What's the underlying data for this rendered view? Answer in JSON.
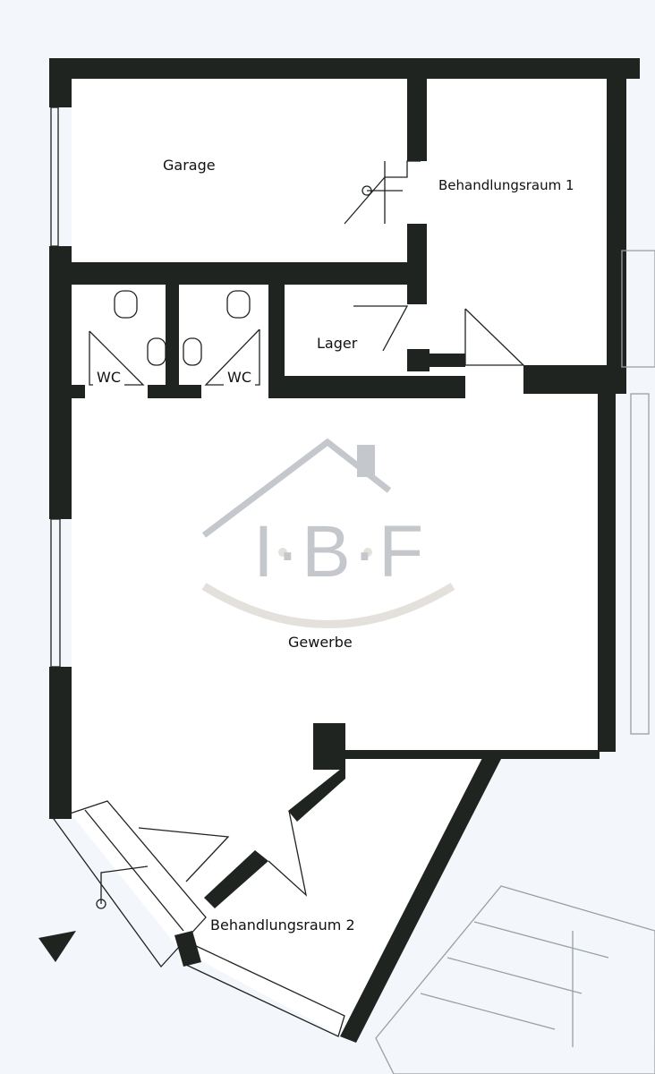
{
  "plan": {
    "rooms": {
      "garage": "Garage",
      "behandlungsraum1": "Behandlungsraum 1",
      "wc1": "WC",
      "wc2": "WC",
      "lager": "Lager",
      "gewerbe": "Gewerbe",
      "behandlungsraum2": "Behandlungsraum 2"
    },
    "logo_text": "I·B·F",
    "colors": {
      "wall": "#1f2421",
      "logo": "#c4c8cc",
      "logo_arc": "#e4e0dc"
    }
  }
}
